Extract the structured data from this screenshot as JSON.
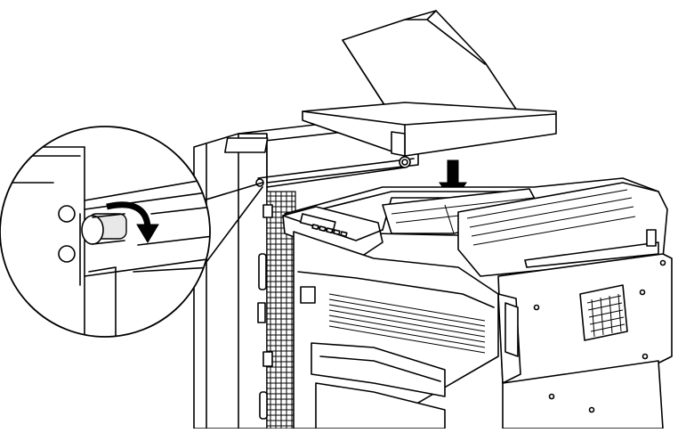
{
  "figure": {
    "subject": "printer",
    "components": {
      "top_cover": "top-cover",
      "hinge_knob_callout": "knob-detail",
      "control_panel": "control-panel",
      "paper_output_tray": "output-tray",
      "ventilation_grille": "vent-grille",
      "left_side_panel": "side-panel",
      "front_paper_cassettes": "paper-cassettes"
    },
    "arrows": {
      "press_down": "down-arrow",
      "rotate_knob": "rotate-arrow"
    },
    "line_color": "#000000",
    "background_color": "#ffffff"
  }
}
